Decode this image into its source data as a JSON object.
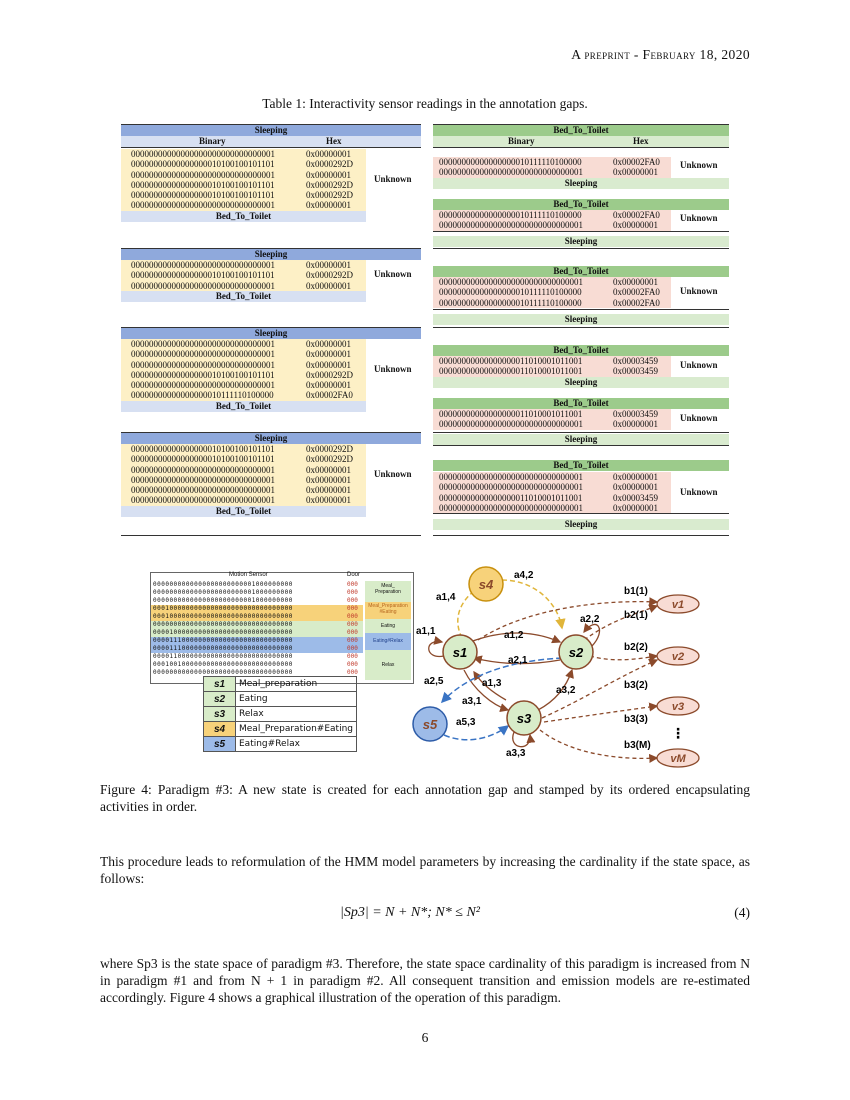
{
  "header": {
    "running_head": "A preprint - February 18, 2020"
  },
  "table": {
    "caption": "Table 1: Interactivity sensor readings in the annotation gaps.",
    "col_binary": "Binary",
    "col_hex": "Hex",
    "left": {
      "blocks": [
        {
          "top": "Sleeping",
          "bottom": "Bed_To_Toilet",
          "label": "Unknown",
          "rows": [
            [
              "00000000000000000000000000000001",
              "0x00000001"
            ],
            [
              "00000000000000000010100100101101",
              "0x0000292D"
            ],
            [
              "00000000000000000000000000000001",
              "0x00000001"
            ],
            [
              "00000000000000000010100100101101",
              "0x0000292D"
            ],
            [
              "00000000000000000010100100101101",
              "0x0000292D"
            ],
            [
              "00000000000000000000000000000001",
              "0x00000001"
            ]
          ]
        },
        {
          "top": "Sleeping",
          "bottom": "Bed_To_Toilet",
          "label": "Unknown",
          "rows": [
            [
              "00000000000000000000000000000001",
              "0x00000001"
            ],
            [
              "00000000000000000010100100101101",
              "0x0000292D"
            ],
            [
              "00000000000000000000000000000001",
              "0x00000001"
            ]
          ]
        },
        {
          "top": "Sleeping",
          "bottom": "Bed_To_Toilet",
          "label": "Unknown",
          "rows": [
            [
              "00000000000000000000000000000001",
              "0x00000001"
            ],
            [
              "00000000000000000000000000000001",
              "0x00000001"
            ],
            [
              "00000000000000000000000000000001",
              "0x00000001"
            ],
            [
              "00000000000000000010100100101101",
              "0x0000292D"
            ],
            [
              "00000000000000000000000000000001",
              "0x00000001"
            ],
            [
              "00000000000000000010111110100000",
              "0x00002FA0"
            ]
          ]
        },
        {
          "top": "Sleeping",
          "bottom": "Bed_To_Toilet",
          "label": "Unknown",
          "rows": [
            [
              "00000000000000000010100100101101",
              "0x0000292D"
            ],
            [
              "00000000000000000010100100101101",
              "0x0000292D"
            ],
            [
              "00000000000000000000000000000001",
              "0x00000001"
            ],
            [
              "00000000000000000000000000000001",
              "0x00000001"
            ],
            [
              "00000000000000000000000000000001",
              "0x00000001"
            ],
            [
              "00000000000000000000000000000001",
              "0x00000001"
            ]
          ]
        }
      ]
    },
    "right": {
      "top_label": "Bed_To_Toilet",
      "sleeping": "Sleeping",
      "bed_to_toilet": "Bed_To_Toilet",
      "label": "Unknown",
      "g1": [
        [
          "00000000000000000010111110100000",
          "0x00002FA0"
        ],
        [
          "00000000000000000000000000000001",
          "0x00000001"
        ]
      ],
      "g2": [
        [
          "00000000000000000010111110100000",
          "0x00002FA0"
        ],
        [
          "00000000000000000000000000000001",
          "0x00000001"
        ]
      ],
      "g3": [
        [
          "00000000000000000000000000000001",
          "0x00000001"
        ],
        [
          "00000000000000000010111110100000",
          "0x00002FA0"
        ],
        [
          "00000000000000000010111110100000",
          "0x00002FA0"
        ]
      ],
      "g4": [
        [
          "00000000000000000011010001011001",
          "0x00003459"
        ],
        [
          "00000000000000000011010001011001",
          "0x00003459"
        ]
      ],
      "g5": [
        [
          "00000000000000000011010001011001",
          "0x00003459"
        ],
        [
          "00000000000000000000000000000001",
          "0x00000001"
        ]
      ],
      "g6": [
        [
          "00000000000000000000000000000001",
          "0x00000001"
        ],
        [
          "00000000000000000000000000000001",
          "0x00000001"
        ],
        [
          "00000000000000000011010001011001",
          "0x00003459"
        ],
        [
          "00000000000000000000000000000001",
          "0x00000001"
        ]
      ]
    }
  },
  "figure": {
    "heatmap_title": "Motion Sensor",
    "heatmap_door": "Door",
    "heatmap_rows": [
      "0000000000000000000000001000000000",
      "0000000000000000000000001000000000",
      "0000000000000000000000001000000000",
      "0001000000000000000000000000000000",
      "0001000000000000000000000000000000",
      "0000000000000000000000000000000000",
      "0000100000000000000000000000000000",
      "0000111000000000000000000000000000",
      "0000111000000000000000000000000000",
      "0000110000000000000000000000000000",
      "0001001000000000000000000000000000",
      "0000000000000000000000000000000000"
    ],
    "heatmap_door_vals": [
      "000",
      "000",
      "000",
      "000",
      "000",
      "000",
      "000",
      "000",
      "000",
      "000",
      "000",
      "000"
    ],
    "heatmap_labels": [
      "Meal_",
      "Preparation",
      "Meal_Preparation",
      "#Eating",
      "Eating",
      "Eating#Relax",
      "Relax"
    ],
    "legend": [
      {
        "sym": "s1",
        "label": "Meal_preparation",
        "color": "#d8ecc9"
      },
      {
        "sym": "s2",
        "label": "Eating",
        "color": "#d8ecc9"
      },
      {
        "sym": "s3",
        "label": "Relax",
        "color": "#d8ecc9"
      },
      {
        "sym": "s4",
        "label": "Meal_Preparation#Eating",
        "color": "#f7d27a"
      },
      {
        "sym": "s5",
        "label": "Eating#Relax",
        "color": "#9dbbe8"
      }
    ],
    "graph": {
      "states": [
        "s1",
        "s2",
        "s3",
        "s4",
        "s5"
      ],
      "obs": [
        "v1",
        "v2",
        "v3",
        "vM"
      ],
      "labels": {
        "a42": "a4,2",
        "a14": "a1,4",
        "a11": "a1,1",
        "a12": "a1,2",
        "a21": "a2,1",
        "a22": "a2,2",
        "a25": "a2,5",
        "a13": "a1,3",
        "a31": "a3,1",
        "a32": "a3,2",
        "a53": "a5,3",
        "a33": "a3,3",
        "b11": "b1(1)",
        "b21": "b2(1)",
        "b22": "b2(2)",
        "b32": "b3(2)",
        "b33": "b3(3)",
        "b3M": "b3(M)",
        "dots": "⋮"
      }
    },
    "caption": "Figure 4: Paradigm #3: A new state is created for each annotation gap and stamped by its ordered encapsulating activities in order."
  },
  "body": {
    "para1": "This procedure leads to reformulation of the HMM model parameters by increasing the cardinality if the state space, as follows:",
    "equation": "|Sp3| = N + N*; N* ≤ N²",
    "equation_number": "(4)",
    "para2": "where Sp3 is the state space of paradigm #3. Therefore, the state space cardinality of this paradigm is increased from N in paradigm #1 and from N + 1 in paradigm #2. All consequent transition and emission models are re-estimated accordingly. Figure 4 shows a graphical illustration of the operation of this paradigm.",
    "page_number": "6"
  }
}
